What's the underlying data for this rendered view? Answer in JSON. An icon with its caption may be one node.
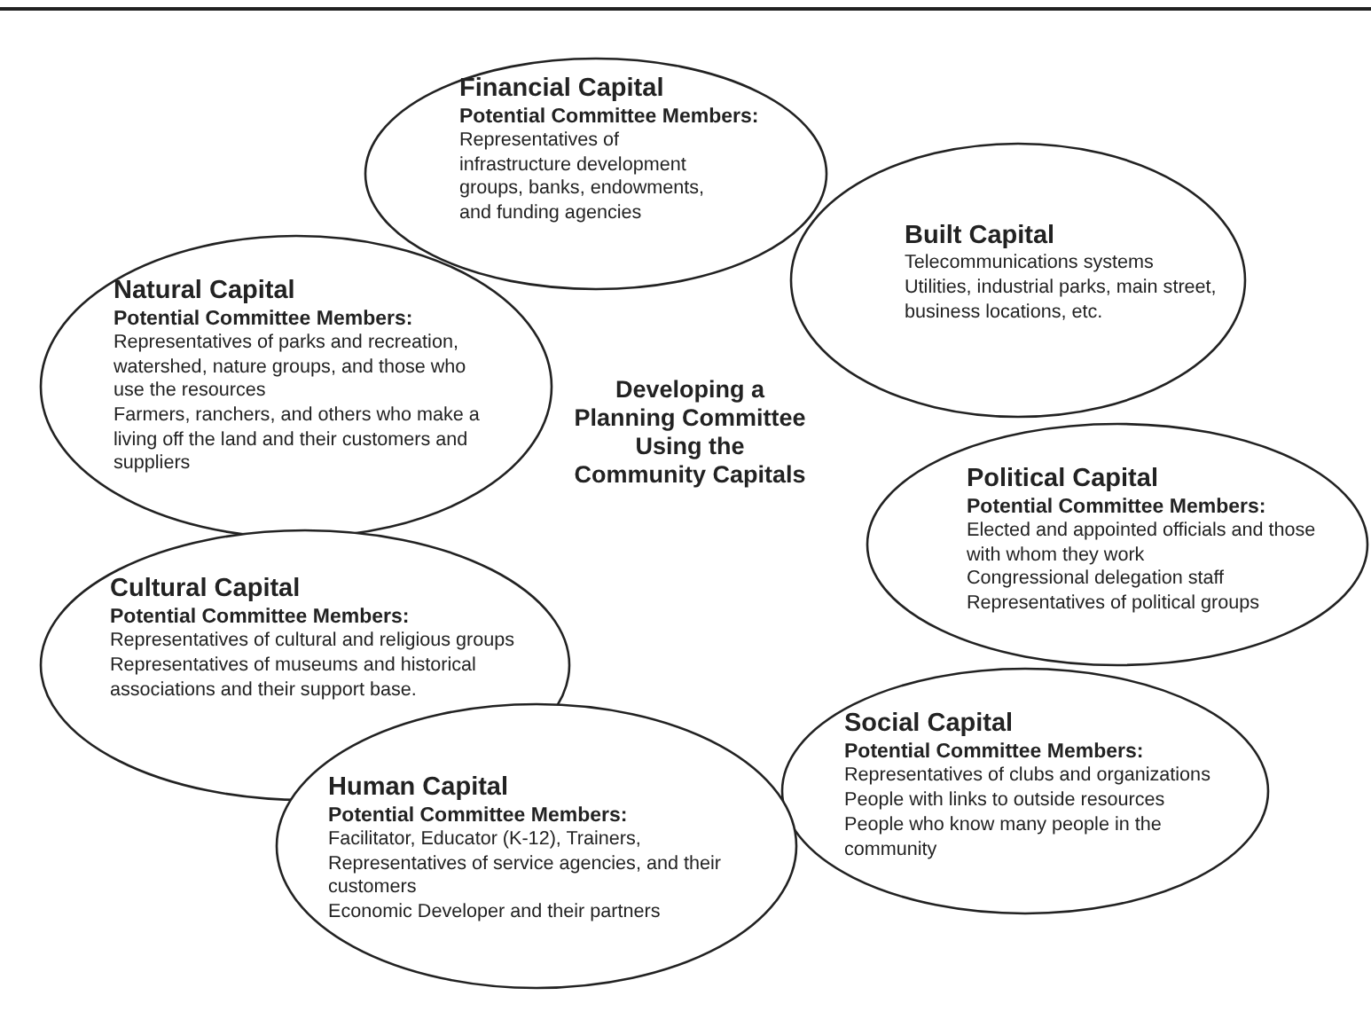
{
  "diagram": {
    "title": "Developing a Planning Committee Using the Community Capitals",
    "nodes": [
      {
        "text": [
          "Financial Capital",
          "Potential Committee Members:",
          "Representatives of infrastructure development groups, banks, endowments, and funding agencies"
        ]
      },
      {
        "text": [
          "Built Capital",
          "Telecommunications systems",
          "Utilities, industrial parks, main street, business locations, etc."
        ]
      },
      {
        "text": [
          "Natural Capital",
          "Potential Committee Members:",
          "Representatives of parks and recreation, watershed, nature groups, and those who use the resources",
          "Farmers, ranchers, and others who make a living off the land and their customers and suppliers"
        ]
      },
      {
        "text": [
          "Political Capital",
          "Potential Committee Members:",
          "Elected and appointed officials and those with whom they work",
          "Congressional delegation staff",
          "Representatives of political groups"
        ]
      },
      {
        "text": [
          "Cultural Capital",
          "Potential Committee Members:",
          "Representatives of cultural and religious groups",
          "Representatives of museums and historical associations and their support base."
        ]
      },
      {
        "text": [
          "Social Capital",
          "Potential Committee Members:",
          "Representatives of clubs and organizations",
          "People with links to outside resources",
          "People who know many people in the community"
        ]
      },
      {
        "text": [
          "Human Capital",
          "Potential Committee Members:",
          "Facilitator, Educator (K-12), Trainers, Representatives of service agencies, and their customers",
          "Economic Developer and their partners"
        ]
      }
    ],
    "edges": []
  }
}
